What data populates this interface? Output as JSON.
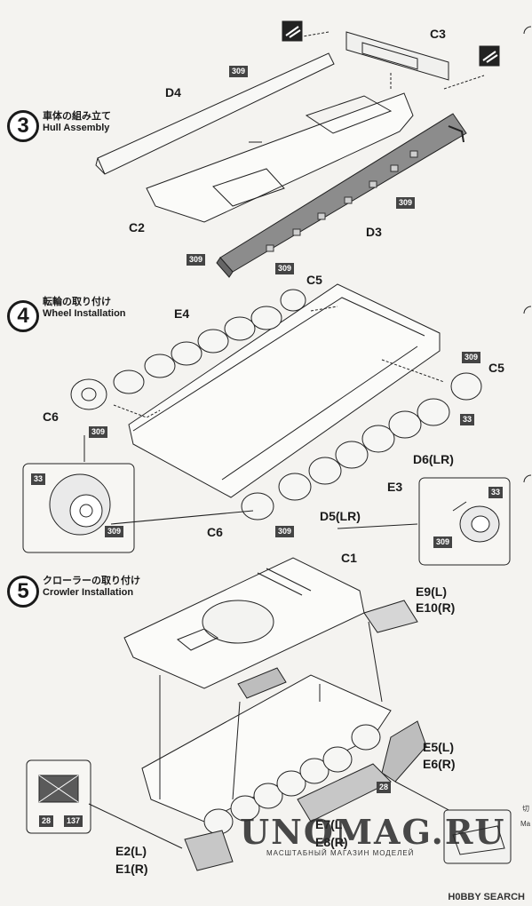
{
  "steps": [
    {
      "number": "3",
      "title_jp": "車体の組み立て",
      "title_en": "Hull Assembly"
    },
    {
      "number": "4",
      "title_jp": "転輪の取り付け",
      "title_en": "Wheel Installation"
    },
    {
      "number": "5",
      "title_jp": "クローラーの取り付け",
      "title_en": "Crowler Installation"
    }
  ],
  "labels": {
    "c3": "C3",
    "d4": "D4",
    "c2": "C2",
    "d3": "D3",
    "c5a": "C5",
    "c5b": "C5",
    "e4": "E4",
    "c6a": "C6",
    "c6b": "C6",
    "d6": "D6(LR)",
    "e3": "E3",
    "d5": "D5(LR)",
    "c1": "C1",
    "e9": "E9(L)",
    "e10": "E10(R)",
    "e5": "E5(L)",
    "e6": "E6(R)",
    "e2": "E2(L)",
    "e1": "E1(R)",
    "e7": "E7(L",
    "e8": "E8(R)"
  },
  "badges": {
    "b309": "309",
    "b33": "33",
    "b28": "28",
    "b137": "137"
  },
  "watermark": {
    "main": "UNOMAG.RU",
    "sub": "МАСШТАБНЫЙ МАГАЗИН МОДЕЛЕЙ"
  },
  "footer": {
    "brand": "H0BBY SEARCH"
  },
  "edge_text": {
    "top": "切",
    "bottom": "Ma"
  }
}
